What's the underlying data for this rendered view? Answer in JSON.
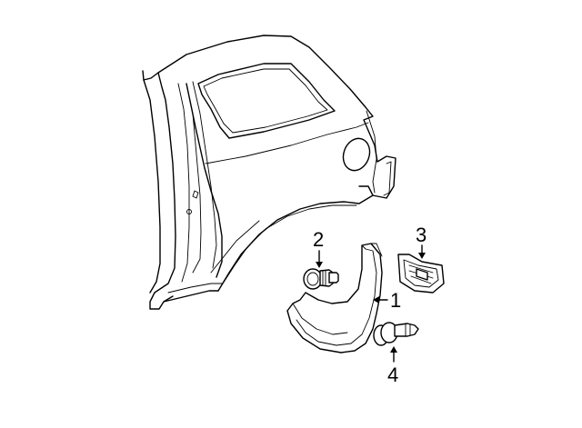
{
  "callouts": {
    "c1": "1",
    "c2": "2",
    "c3": "3",
    "c4": "4"
  },
  "parts": [
    {
      "number": "1",
      "name": "mud-flap-icon"
    },
    {
      "number": "2",
      "name": "bolt-icon"
    },
    {
      "number": "3",
      "name": "nut-clip-icon"
    },
    {
      "number": "4",
      "name": "push-retainer-icon"
    }
  ]
}
